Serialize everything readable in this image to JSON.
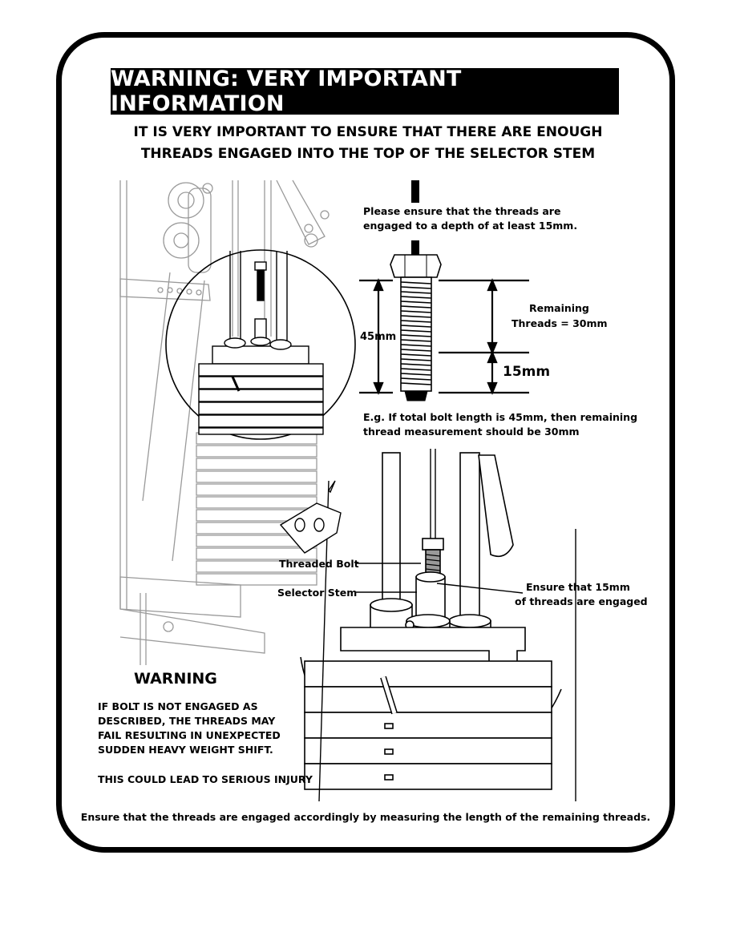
{
  "banner": {
    "title": "WARNING: VERY IMPORTANT INFORMATION"
  },
  "subheading": {
    "line1": "IT IS VERY IMPORTANT TO ENSURE THAT THERE ARE ENOUGH",
    "line2": "THREADS ENGAGED INTO THE TOP OF THE SELECTOR STEM"
  },
  "bolt_diagram": {
    "note_line1": "Please ensure that the threads are",
    "note_line2": "engaged to a depth of at least 15mm.",
    "total_length_label": "45mm",
    "remaining_label_line1": "Remaining",
    "remaining_label_line2": "Threads = 30mm",
    "engaged_label": "15mm",
    "example_line1": "E.g. If total bolt length is 45mm, then remaining",
    "example_line2": "thread measurement should be 30mm"
  },
  "callouts": {
    "threaded_bolt": "Threaded Bolt",
    "selector_stem": "Selector Stem",
    "ensure_line1": "Ensure that 15mm",
    "ensure_line2": "of threads are engaged"
  },
  "warning": {
    "heading": "WARNING",
    "line1": "IF BOLT IS NOT ENGAGED AS",
    "line2": "DESCRIBED, THE THREADS MAY",
    "line3": "FAIL RESULTING IN UNEXPECTED",
    "line4": "SUDDEN HEAVY WEIGHT SHIFT.",
    "injury": "THIS COULD LEAD TO SERIOUS INJURY"
  },
  "footer": {
    "text": "Ensure that the threads are engaged accordingly by measuring the length of the remaining threads."
  }
}
